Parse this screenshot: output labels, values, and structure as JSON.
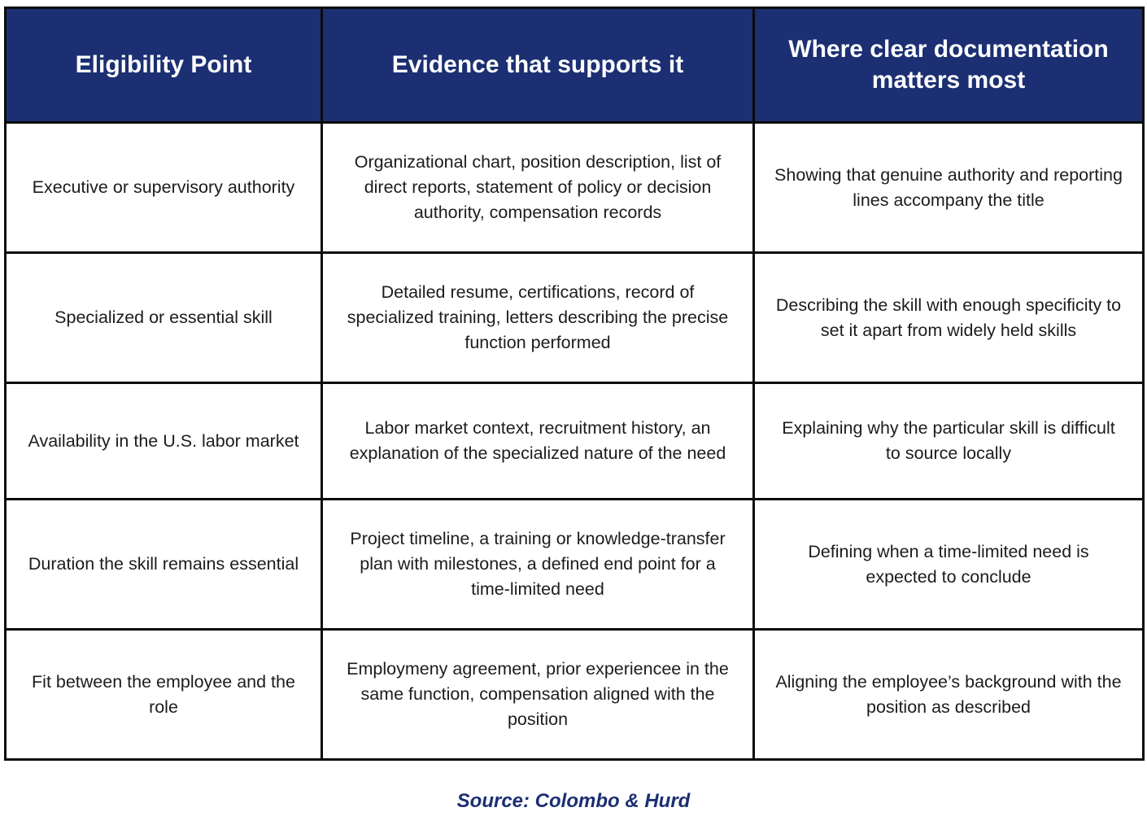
{
  "table": {
    "headers": [
      "Eligibility Point",
      "Evidence that supports it",
      "Where clear documentation matters most"
    ],
    "rows": [
      [
        "Executive or supervisory authority",
        "Organizational chart, position description, list of direct reports, statement of policy or decision authority, compensation records",
        "Showing that genuine authority and reporting lines accompany the title"
      ],
      [
        "Specialized or essential skill",
        "Detailed resume, certifications, record of specialized training, letters describing the precise function performed",
        "Describing the skill with enough specificity to set it apart from widely held skills"
      ],
      [
        "Availability in the U.S. labor market",
        "Labor market context, recruitment history, an explanation of the specialized nature of the need",
        "Explaining why the particular skill is difficult to source locally"
      ],
      [
        "Duration the skill remains essential",
        "Project timeline, a training or knowledge-transfer plan with milestones, a defined end point for a time-limited need",
        "Defining when a time-limited need is expected to conclude"
      ],
      [
        "Fit between the employee and the role",
        "Employmeny agreement, prior experiencee in the same function, compensation aligned with the position",
        "Aligning the employee’s background with the position as described"
      ]
    ]
  },
  "source": "Source: Colombo & Hurd",
  "colors": {
    "header_background": "#1b2f72",
    "header_text": "#ffffff",
    "border": "#0b0b0b",
    "source_text": "#1b2f72"
  }
}
